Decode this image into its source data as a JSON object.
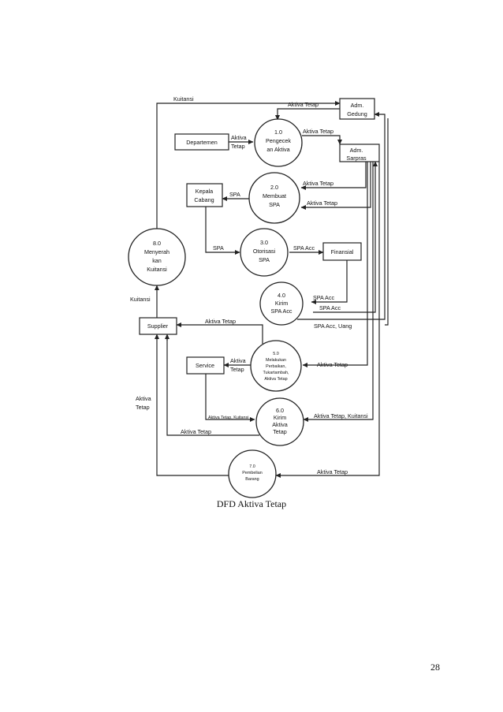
{
  "diagram": {
    "entities": {
      "adm_gedung": [
        "Adm.",
        "Gedung"
      ],
      "adm_sarpras": [
        "Adm.",
        "Sarpras"
      ],
      "departemen": [
        "Departemen"
      ],
      "kepala_cabang": [
        "Kepala",
        "Cabang"
      ],
      "finansial": [
        "Finansial"
      ],
      "supplier": [
        "Supplier"
      ],
      "service": [
        "Service"
      ]
    },
    "processes": {
      "p1": [
        "1.0",
        "Pengecek",
        "an Aktiva"
      ],
      "p2": [
        "2.0",
        "Membuat",
        "SPA"
      ],
      "p3": [
        "3.0",
        "Otorisasi",
        "SPA"
      ],
      "p4": [
        "4.0",
        "Kirim",
        "SPA Acc"
      ],
      "p5": [
        "5.0",
        "Melakukan",
        "Perbaikan,",
        "Tukartambah,",
        "Aktiva Tetap"
      ],
      "p6": [
        "6.0",
        "Kirim",
        "Aktiva",
        "Tetap"
      ],
      "p7": [
        "7.0",
        "Pembelian",
        "Barang"
      ],
      "p8": [
        "8.0",
        "Menyerah",
        "kan",
        "Kuitansi"
      ]
    },
    "flows": {
      "kuitansi_top": "Kuitansi",
      "aktiva_tetap_gedung": "Aktiva Tetap",
      "aktiva_tetap_p1": "Aktiva Tetap",
      "dept_aktiva_tetap": [
        "Aktiva",
        "Tetap"
      ],
      "p2_in": "Aktiva Tetap",
      "p2_out": "Aktiva Tetap",
      "spa_kepala": "SPA",
      "spa_p3": "SPA",
      "spa_acc_fin": "SPA Acc",
      "spa_acc_p4": "SPA Acc",
      "spa_acc_out": "SPA Acc",
      "spa_acc_uang": "SPA Acc, Uang",
      "kuitansi_supplier": "Kuitansi",
      "aktiva_tetap_supplier": "Aktiva Tetap",
      "p5_in": "Aktiva Tetap",
      "p5_service": [
        "Aktiva",
        "Tetap"
      ],
      "service_p6": "Aktiva Tetap, Kuitansi",
      "p6_in": "Aktiva Tetap, Kuitansi",
      "p6_supplier": "Aktiva Tetap",
      "aktiva_tetap_left": [
        "Aktiva",
        "Tetap"
      ],
      "p7_in": "Aktiva Tetap"
    }
  },
  "caption": "DFD Aktiva Tetap",
  "page_number": "28"
}
